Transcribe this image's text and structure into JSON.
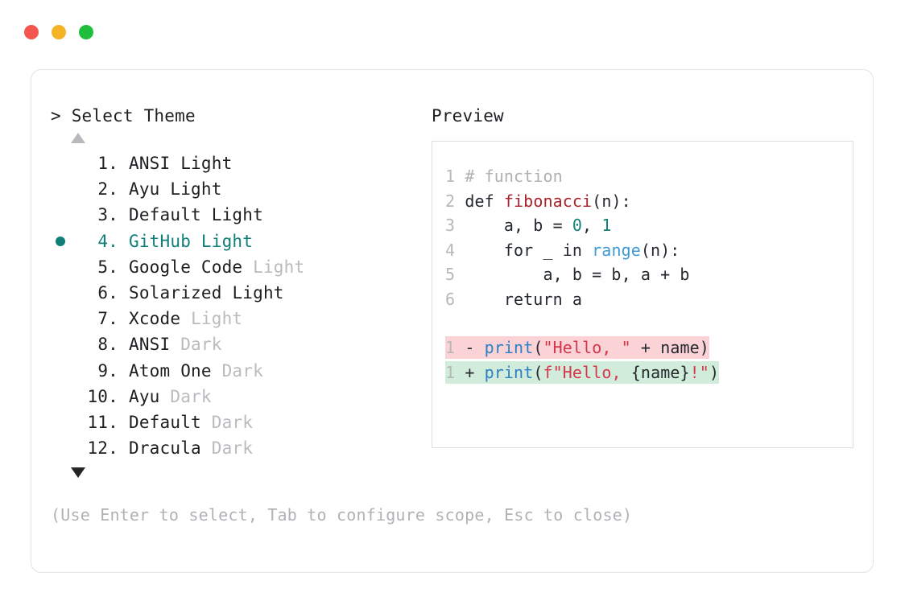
{
  "window": {
    "traffic_lights": [
      {
        "name": "close",
        "color": "#f4564f"
      },
      {
        "name": "minimize",
        "color": "#f5b427"
      },
      {
        "name": "zoom",
        "color": "#1fbf3b"
      }
    ]
  },
  "prompt": {
    "caret": ">",
    "title": "Select Theme"
  },
  "scroll": {
    "up_arrow": "▲",
    "down_arrow": "▼"
  },
  "theme_list": {
    "selected_index": 4,
    "items": [
      {
        "number": "1.",
        "name": "ANSI",
        "variant": "Light",
        "variant_dim": false,
        "selected": false
      },
      {
        "number": "2.",
        "name": "Ayu",
        "variant": "Light",
        "variant_dim": false,
        "selected": false
      },
      {
        "number": "3.",
        "name": "Default",
        "variant": "Light",
        "variant_dim": false,
        "selected": false
      },
      {
        "number": "4.",
        "name": "GitHub",
        "variant": "Light",
        "variant_dim": false,
        "selected": true
      },
      {
        "number": "5.",
        "name": "Google Code",
        "variant": "Light",
        "variant_dim": true,
        "selected": false
      },
      {
        "number": "6.",
        "name": "Solarized",
        "variant": "Light",
        "variant_dim": false,
        "selected": false
      },
      {
        "number": "7.",
        "name": "Xcode",
        "variant": "Light",
        "variant_dim": true,
        "selected": false
      },
      {
        "number": "8.",
        "name": "ANSI",
        "variant": "Dark",
        "variant_dim": true,
        "selected": false
      },
      {
        "number": "9.",
        "name": "Atom One",
        "variant": "Dark",
        "variant_dim": true,
        "selected": false
      },
      {
        "number": "10.",
        "name": "Ayu",
        "variant": "Dark",
        "variant_dim": true,
        "selected": false
      },
      {
        "number": "11.",
        "name": "Default",
        "variant": "Dark",
        "variant_dim": true,
        "selected": false
      },
      {
        "number": "12.",
        "name": "Dracula",
        "variant": "Dark",
        "variant_dim": true,
        "selected": false
      }
    ]
  },
  "hint": "(Use Enter to select, Tab to configure scope, Esc to close)",
  "preview": {
    "label": "Preview",
    "code_lines": [
      {
        "ln": "1",
        "tokens": [
          {
            "t": "# function",
            "c": "comment"
          }
        ]
      },
      {
        "ln": "2",
        "tokens": [
          {
            "t": "def ",
            "c": "kw"
          },
          {
            "t": "fibonacci",
            "c": "fn"
          },
          {
            "t": "(n):",
            "c": "punct"
          }
        ]
      },
      {
        "ln": "3",
        "tokens": [
          {
            "t": "    a, b = ",
            "c": "plain"
          },
          {
            "t": "0",
            "c": "num"
          },
          {
            "t": ", ",
            "c": "plain"
          },
          {
            "t": "1",
            "c": "num"
          }
        ]
      },
      {
        "ln": "4",
        "tokens": [
          {
            "t": "    for _ in ",
            "c": "plain"
          },
          {
            "t": "range",
            "c": "builtin"
          },
          {
            "t": "(n):",
            "c": "punct"
          }
        ]
      },
      {
        "ln": "5",
        "tokens": [
          {
            "t": "        a, b = b, a + b",
            "c": "plain"
          }
        ]
      },
      {
        "ln": "6",
        "tokens": [
          {
            "t": "    return a",
            "c": "plain"
          }
        ]
      }
    ],
    "diff_lines": [
      {
        "ln": "1",
        "sign": "-",
        "kind": "del",
        "tokens": [
          {
            "t": "print",
            "c": "call"
          },
          {
            "t": "(",
            "c": "punct"
          },
          {
            "t": "\"Hello, \"",
            "c": "str"
          },
          {
            "t": " + name)",
            "c": "plain"
          }
        ]
      },
      {
        "ln": "1",
        "sign": "+",
        "kind": "add",
        "tokens": [
          {
            "t": "print",
            "c": "call"
          },
          {
            "t": "(",
            "c": "punct"
          },
          {
            "t": "f\"Hello, ",
            "c": "str"
          },
          {
            "t": "{name}",
            "c": "plain"
          },
          {
            "t": "!\"",
            "c": "str"
          },
          {
            "t": ")",
            "c": "punct"
          }
        ]
      }
    ]
  },
  "colors": {
    "accent_teal": "#0f7f77",
    "diff_removed_bg": "#fbd2d6",
    "diff_added_bg": "#d2ecdb",
    "border": "#e3e3e5",
    "dim_text": "#b9bbbf"
  }
}
